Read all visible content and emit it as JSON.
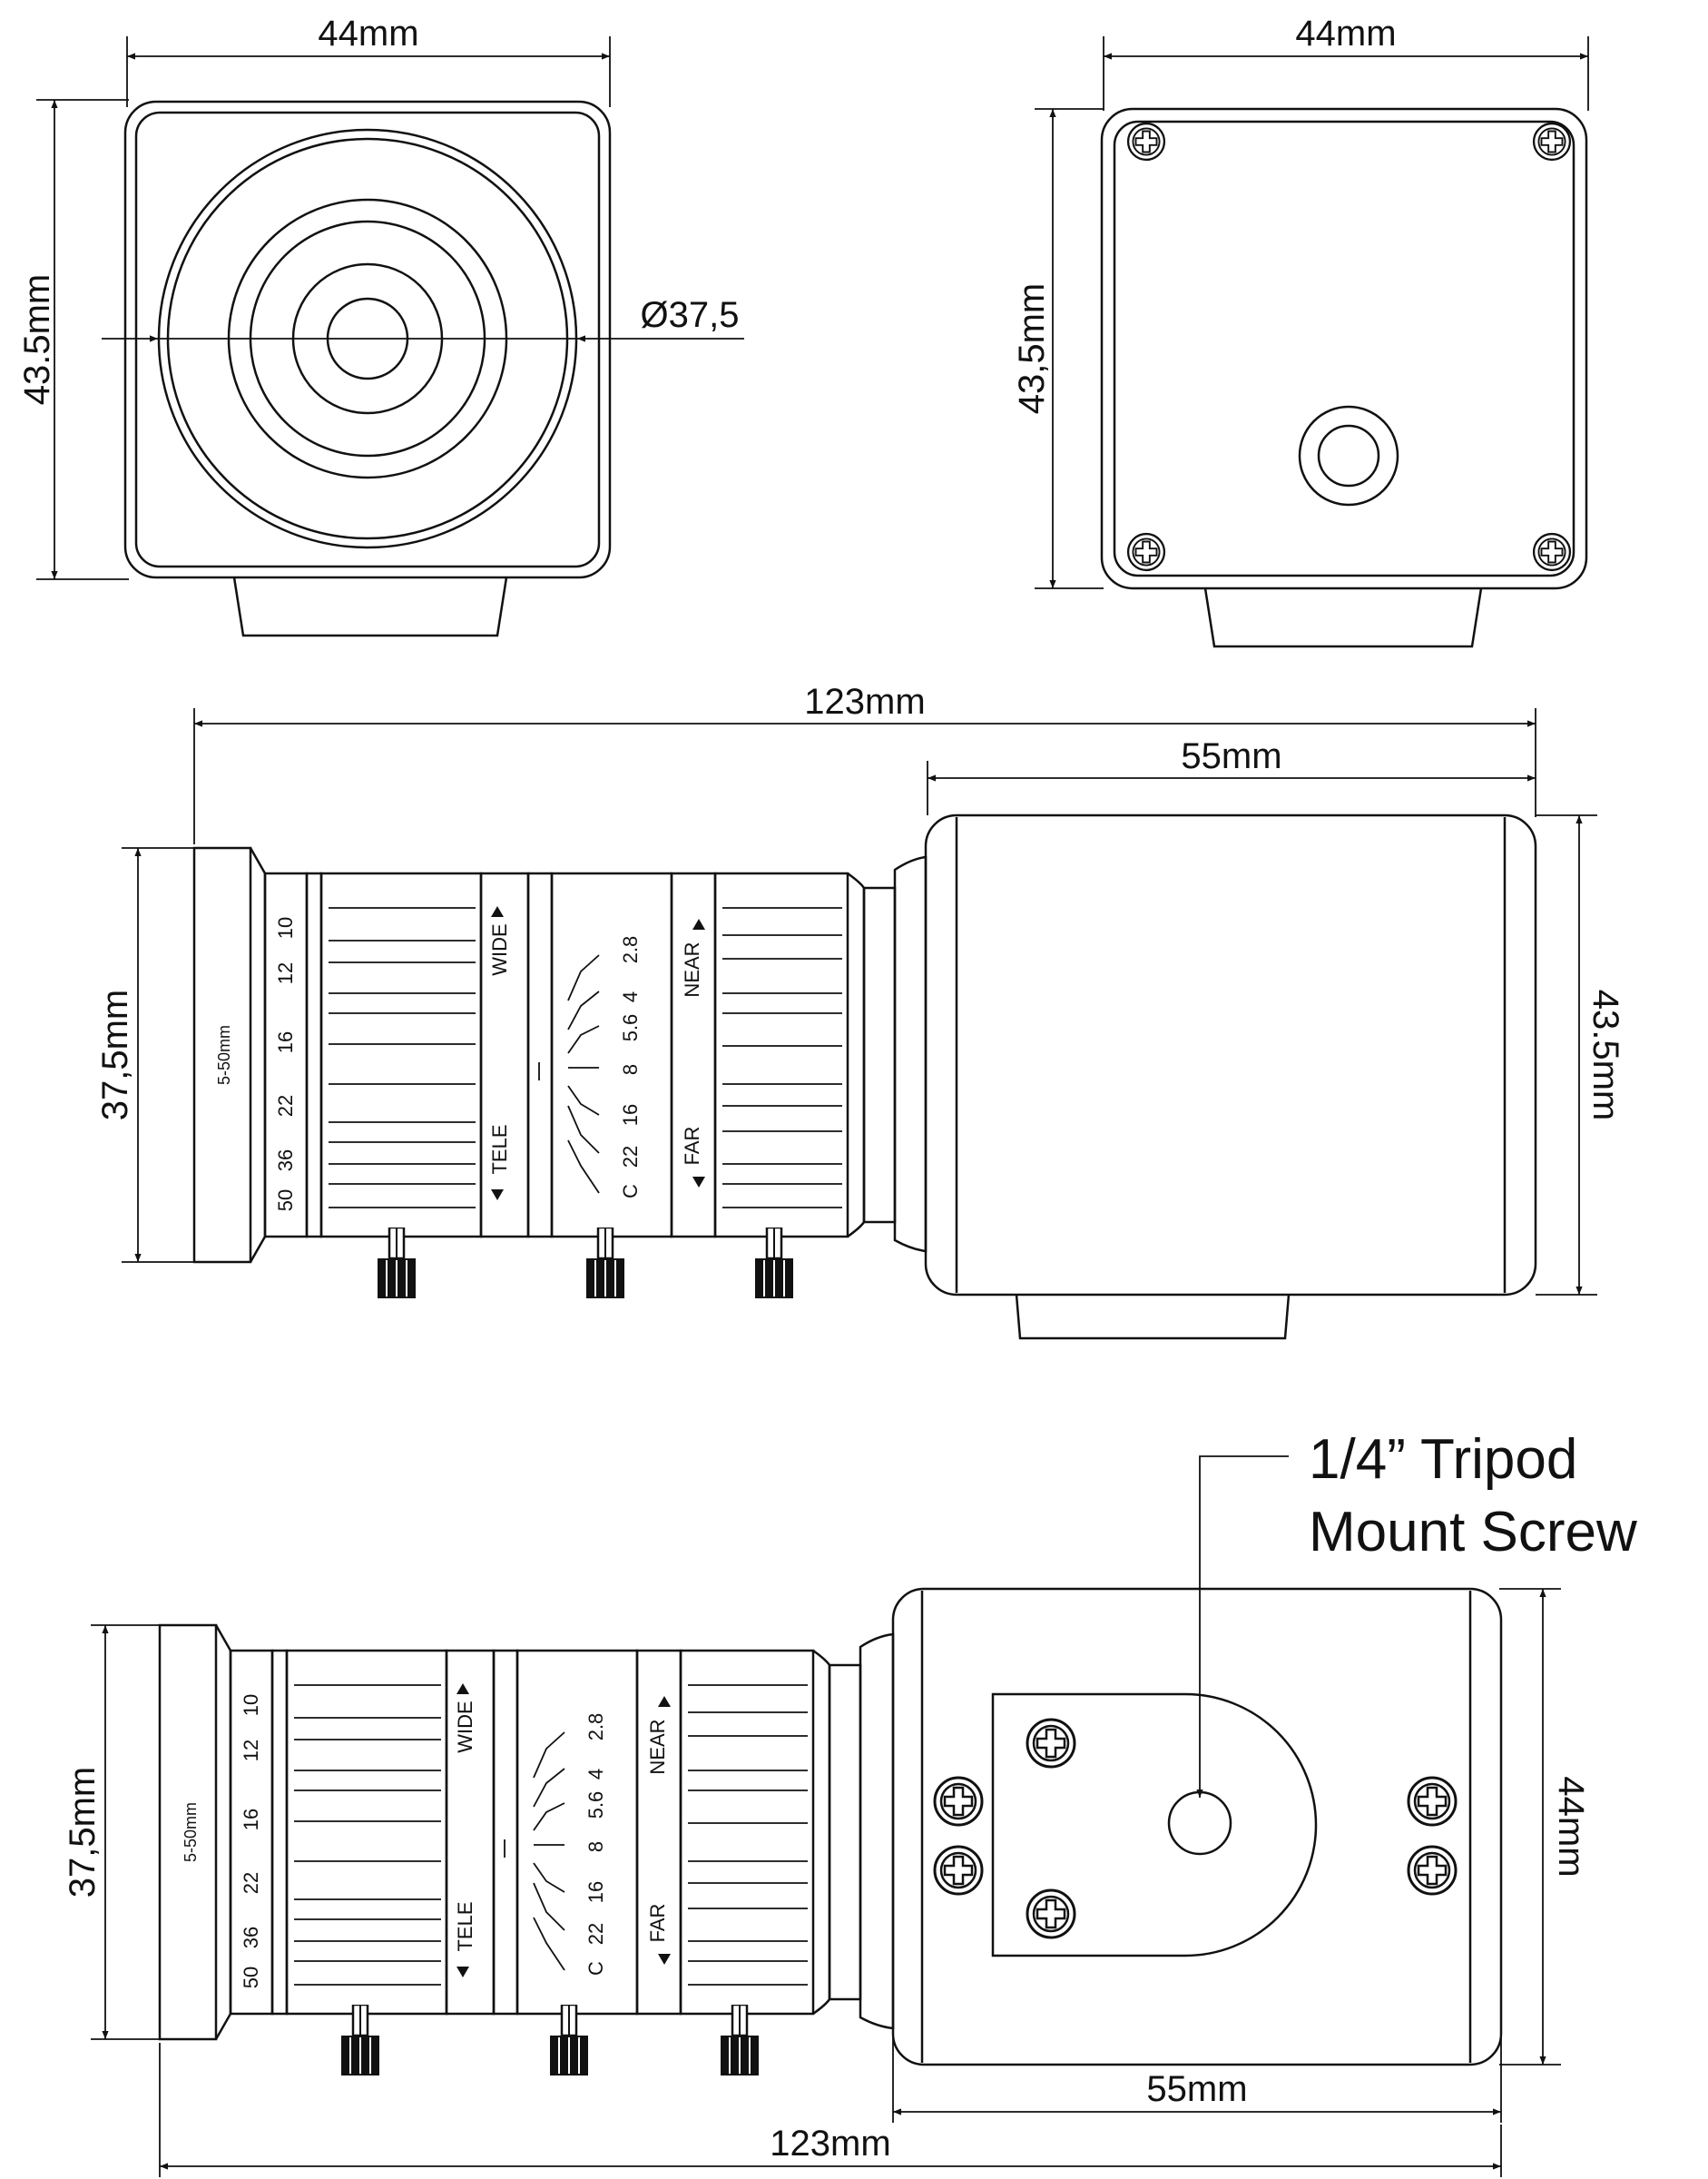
{
  "front_view": {
    "width_label": "44mm",
    "height_label": "43.5mm",
    "diameter_label": "Ø37,5"
  },
  "back_view": {
    "width_label": "44mm",
    "height_label": "43,5mm"
  },
  "side_view": {
    "total_length_label": "123mm",
    "body_length_label": "55mm",
    "lens_diameter_label": "37,5mm",
    "body_height_label": "43.5mm",
    "lens": {
      "model": "5-50mm",
      "focal_scale": [
        "10",
        "12",
        "16",
        "22",
        "36",
        "50"
      ],
      "wide_label": "WIDE",
      "tele_label": "TELE",
      "aperture_scale": [
        "2.8",
        "4",
        "5.6",
        "8",
        "16",
        "22",
        "C"
      ],
      "near_label": "NEAR",
      "far_label": "FAR"
    }
  },
  "bottom_view": {
    "tripod_label_line1": "1/4” Tripod",
    "tripod_label_line2": "Mount Screw",
    "lens_diameter_label": "37,5mm",
    "body_height_label": "44mm",
    "body_length_label": "55mm",
    "total_length_label": "123mm"
  }
}
